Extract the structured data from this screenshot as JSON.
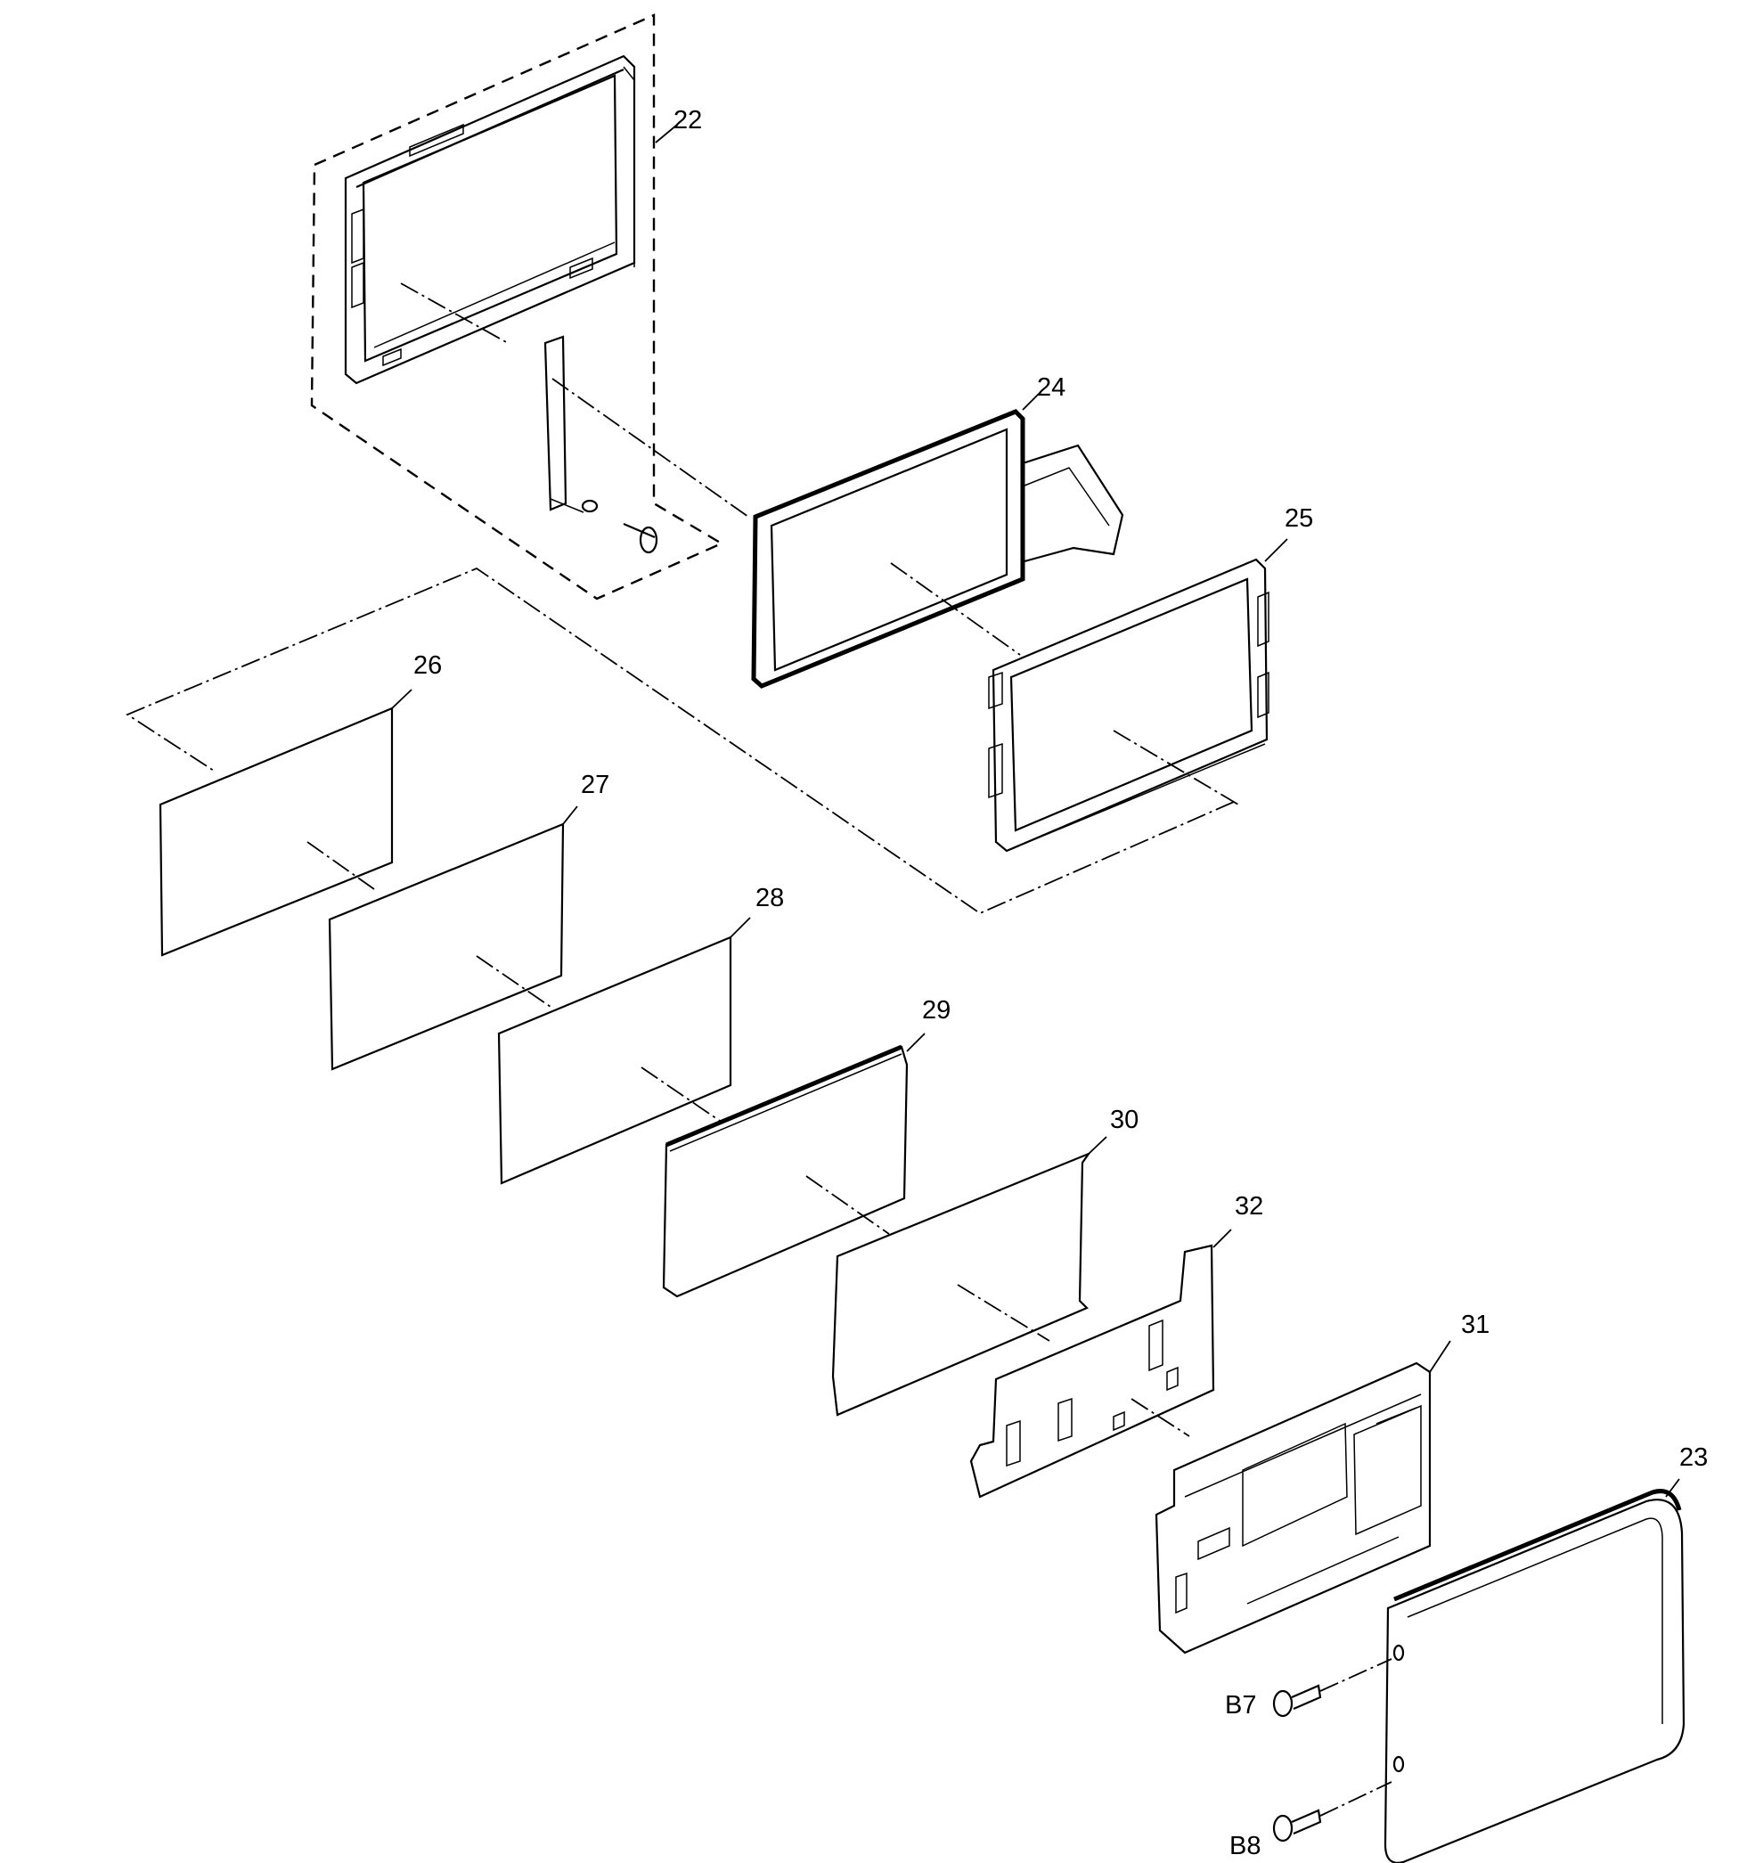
{
  "callouts": {
    "c22": "22",
    "c23": "23",
    "c24": "24",
    "c25": "25",
    "c26": "26",
    "c27": "27",
    "c28": "28",
    "c29": "29",
    "c30": "30",
    "c31": "31",
    "c32": "32",
    "cB7": "B7",
    "cB8": "B8"
  }
}
